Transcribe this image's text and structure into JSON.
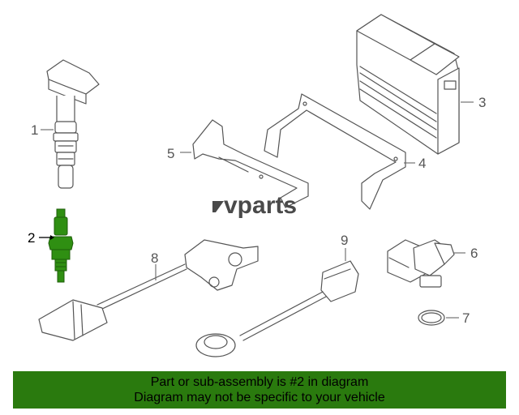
{
  "diagram": {
    "watermark": "vparts",
    "highlight_color": "#2f8f12",
    "callouts": [
      {
        "id": "1",
        "label": "1",
        "part": "ignition coil"
      },
      {
        "id": "2",
        "label": "2",
        "part": "spark plug",
        "highlighted": true
      },
      {
        "id": "3",
        "label": "3",
        "part": "engine control module"
      },
      {
        "id": "4",
        "label": "4",
        "part": "mounting bracket"
      },
      {
        "id": "5",
        "label": "5",
        "part": "bracket"
      },
      {
        "id": "6",
        "label": "6",
        "part": "camshaft position sensor"
      },
      {
        "id": "7",
        "label": "7",
        "part": "o-ring"
      },
      {
        "id": "8",
        "label": "8",
        "part": "crankshaft position sensor"
      },
      {
        "id": "9",
        "label": "9",
        "part": "knock sensor"
      }
    ]
  },
  "caption": {
    "line1": "Part or sub-assembly is #2 in diagram",
    "line2": "Diagram may not be specific to your vehicle",
    "background": "#2a7a0e"
  }
}
